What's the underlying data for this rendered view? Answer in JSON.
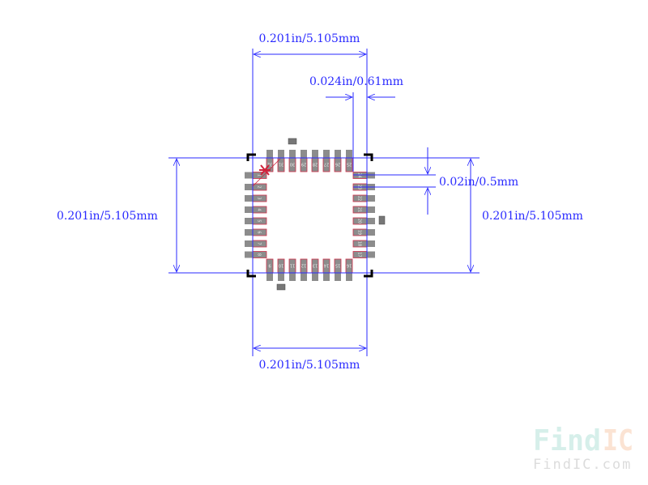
{
  "dimensions": {
    "top_width": "0.201in/5.105mm",
    "bottom_width": "0.201in/5.105mm",
    "left_height": "0.201in/5.105mm",
    "right_height": "0.201in/5.105mm",
    "pad_width": "0.024in/0.61mm",
    "pitch": "0.02in/0.5mm"
  },
  "pins": {
    "left": [
      "1",
      "2",
      "3",
      "4",
      "5",
      "6",
      "7",
      "8"
    ],
    "bottom": [
      "9",
      "10",
      "11",
      "12",
      "13",
      "14",
      "15",
      "16"
    ],
    "right": [
      "17",
      "18",
      "19",
      "20",
      "21",
      "22",
      "23",
      "24"
    ],
    "top": [
      "25",
      "26",
      "27",
      "28",
      "29",
      "30",
      "31",
      "32"
    ]
  },
  "watermark": {
    "logo_a": "Find",
    "logo_b": "IC",
    "url": "FindIC.com"
  },
  "colors": {
    "dimension": "#2a2aff",
    "pad": "#8c8c8c",
    "pad_outline": "#d0304a",
    "pin1_marker": "#d0203a",
    "logo_a": "#d6efea",
    "logo_b": "#fbe3d3"
  }
}
